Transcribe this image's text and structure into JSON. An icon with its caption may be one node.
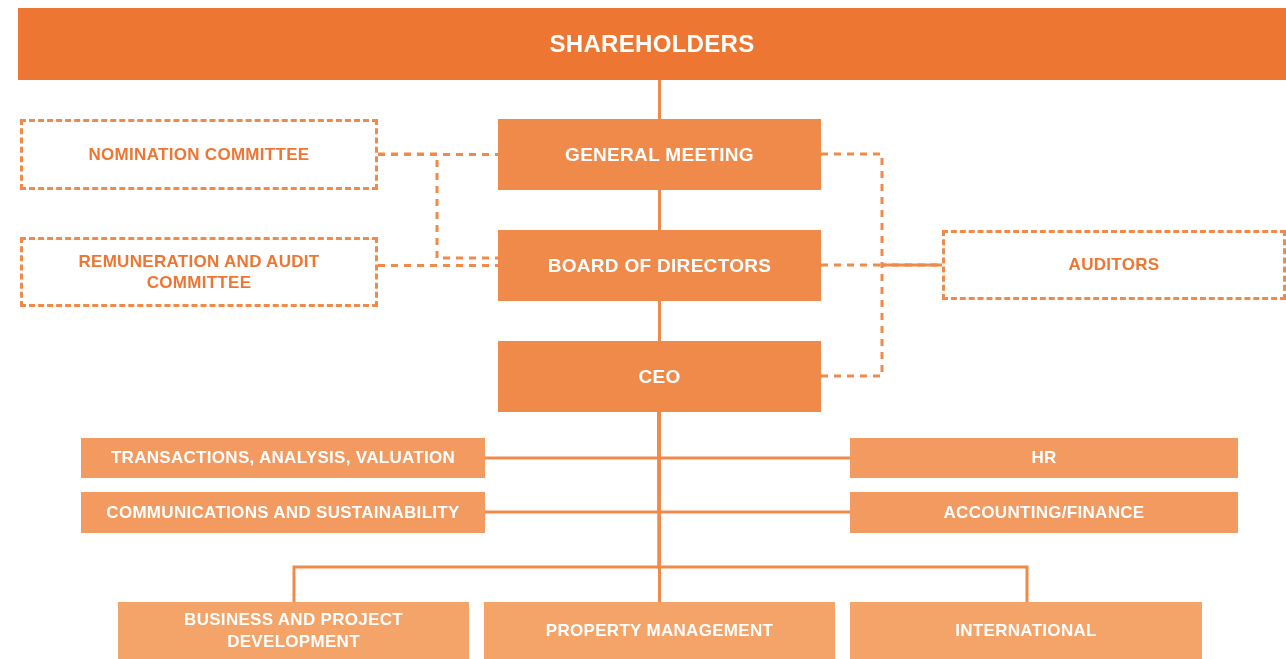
{
  "diagram": {
    "nodes": [
      {
        "text": [
          "SHAREHOLDERS"
        ]
      },
      {
        "text": [
          "NOMINATION COMMITTEE"
        ]
      },
      {
        "text": [
          "GENERAL MEETING"
        ]
      },
      {
        "text": [
          "REMUNERATION AND AUDIT COMMITTEE"
        ]
      },
      {
        "text": [
          "BOARD OF DIRECTORS"
        ]
      },
      {
        "text": [
          "AUDITORS"
        ]
      },
      {
        "text": [
          "CEO"
        ]
      },
      {
        "text": [
          "TRANSACTIONS, ANALYSIS, VALUATION"
        ]
      },
      {
        "text": [
          "HR"
        ]
      },
      {
        "text": [
          "COMMUNICATIONS AND SUSTAINABILITY"
        ]
      },
      {
        "text": [
          "ACCOUNTING/FINANCE"
        ]
      },
      {
        "text": [
          "BUSINESS AND PROJECT DEVELOPMENT"
        ]
      },
      {
        "text": [
          "PROPERTY MANAGEMENT"
        ]
      },
      {
        "text": [
          "INTERNATIONAL"
        ]
      }
    ],
    "edges": [
      {
        "from": 0,
        "to": 2,
        "arrow": "none"
      },
      {
        "from": 2,
        "to": 4,
        "arrow": "none"
      },
      {
        "from": 4,
        "to": 6,
        "arrow": "none"
      },
      {
        "from": 1,
        "to": 2,
        "arrow": "none",
        "style": "dashed"
      },
      {
        "from": 1,
        "to": 4,
        "arrow": "none",
        "style": "dashed"
      },
      {
        "from": 3,
        "to": 4,
        "arrow": "none",
        "style": "dashed"
      },
      {
        "from": 2,
        "to": 5,
        "arrow": "none",
        "style": "dashed"
      },
      {
        "from": 4,
        "to": 5,
        "arrow": "none",
        "style": "dashed"
      },
      {
        "from": 6,
        "to": 5,
        "arrow": "none",
        "style": "dashed"
      },
      {
        "from": 6,
        "to": 7,
        "arrow": "none"
      },
      {
        "from": 6,
        "to": 8,
        "arrow": "none"
      },
      {
        "from": 6,
        "to": 9,
        "arrow": "none"
      },
      {
        "from": 6,
        "to": 10,
        "arrow": "none"
      },
      {
        "from": 6,
        "to": 11,
        "arrow": "none"
      },
      {
        "from": 6,
        "to": 12,
        "arrow": "none"
      },
      {
        "from": 6,
        "to": 13,
        "arrow": "none"
      }
    ]
  }
}
